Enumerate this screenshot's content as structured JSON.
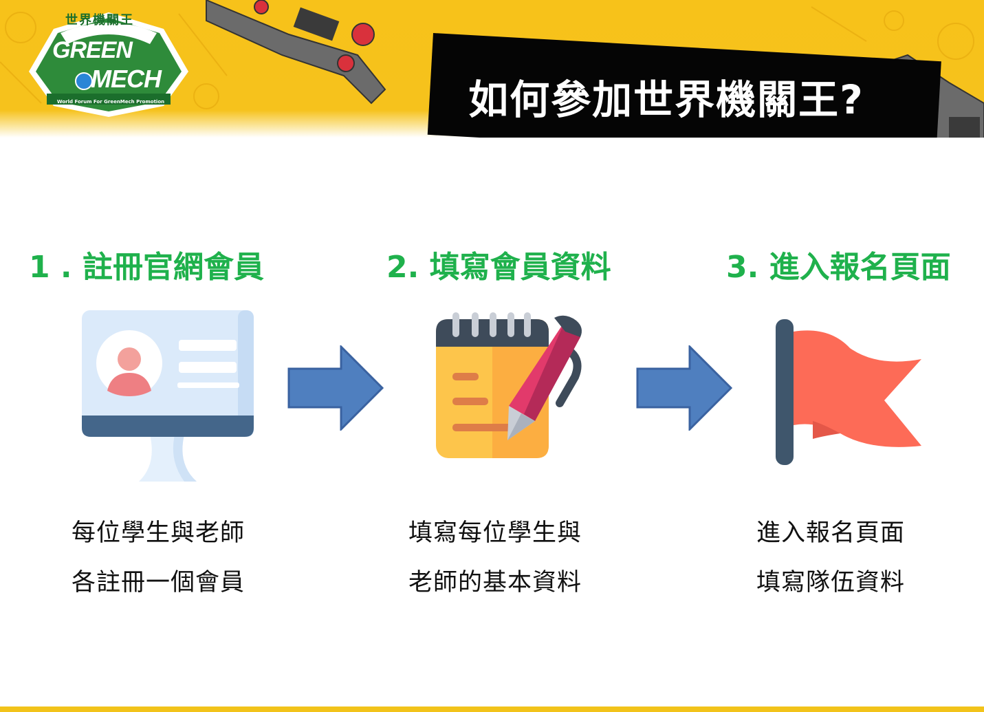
{
  "title": "如何參加世界機關王?",
  "logo": {
    "top_text": "世界機關王",
    "line1": "GREEN",
    "line2": "MECH",
    "subtitle": "World Forum For GreenMech Promotion"
  },
  "steps": [
    {
      "title": "1 . 註冊官網會員",
      "desc_line1": "每位學生與老師",
      "desc_line2": "各註冊一個會員",
      "icon": "user-profile-monitor-icon"
    },
    {
      "title": "2. 填寫會員資料",
      "desc_line1": "填寫每位學生與",
      "desc_line2": "老師的基本資料",
      "icon": "notepad-pen-icon"
    },
    {
      "title": "3. 進入報名頁面",
      "desc_line1": "進入報名頁面",
      "desc_line2": "填寫隊伍資料",
      "icon": "red-flag-icon"
    }
  ],
  "arrows": [
    "right-arrow-icon",
    "right-arrow-icon"
  ],
  "colors": {
    "banner": "#f6c21c",
    "title_bar": "#050505",
    "step_title": "#1fb14c",
    "arrow": "#4f7fbf",
    "flag": "#fd6b57"
  }
}
